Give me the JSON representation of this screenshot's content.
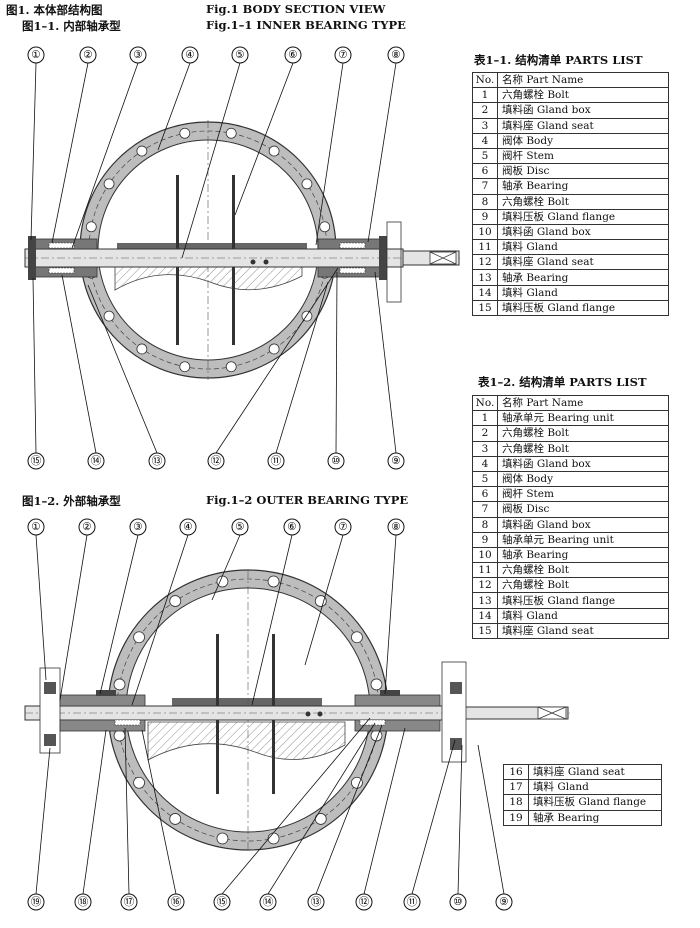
{
  "headers": {
    "fig_cn": "图1.  本体部结构图",
    "fig_en": "Fig.1   BODY SECTION VIEW",
    "sub1_cn": "图1–1.  内部轴承型",
    "sub1_en": "Fig.1–1   INNER BEARING TYPE",
    "sub2_cn": "图1–2.  外部轴承型",
    "sub2_en": "Fig.1–2   OUTER BEARING TYPE"
  },
  "table1": {
    "title": "表1–1.  结构清单    PARTS LIST",
    "col_no": "No.",
    "col_name": "名称 Part Name",
    "rows": [
      {
        "no": "1",
        "name": "六角螺栓 Bolt"
      },
      {
        "no": "2",
        "name": "填料函 Gland box"
      },
      {
        "no": "3",
        "name": "填料座 Gland seat"
      },
      {
        "no": "4",
        "name": "阀体 Body"
      },
      {
        "no": "5",
        "name": "阀杆 Stem"
      },
      {
        "no": "6",
        "name": "阀板 Disc"
      },
      {
        "no": "7",
        "name": "轴承 Bearing"
      },
      {
        "no": "8",
        "name": "六角螺栓 Bolt"
      },
      {
        "no": "9",
        "name": "填料压板 Gland flange"
      },
      {
        "no": "10",
        "name": "填料函 Gland box"
      },
      {
        "no": "11",
        "name": "填料 Gland"
      },
      {
        "no": "12",
        "name": "填料座 Gland seat"
      },
      {
        "no": "13",
        "name": "轴承 Bearing"
      },
      {
        "no": "14",
        "name": "填料 Gland"
      },
      {
        "no": "15",
        "name": "填料压板 Gland flange"
      }
    ]
  },
  "table2": {
    "title": "表1–2.  结构清单    PARTS LIST",
    "col_no": "No.",
    "col_name": "名称 Part Name",
    "rows": [
      {
        "no": "1",
        "name": "轴承单元 Bearing unit"
      },
      {
        "no": "2",
        "name": "六角螺栓 Bolt"
      },
      {
        "no": "3",
        "name": "六角螺栓 Bolt"
      },
      {
        "no": "4",
        "name": "填料函 Gland box"
      },
      {
        "no": "5",
        "name": "阀体 Body"
      },
      {
        "no": "6",
        "name": "阀杆 Stem"
      },
      {
        "no": "7",
        "name": "阀板 Disc"
      },
      {
        "no": "8",
        "name": "填料函 Gland box"
      },
      {
        "no": "9",
        "name": "轴承单元 Bearing unit"
      },
      {
        "no": "10",
        "name": "轴承 Bearing"
      },
      {
        "no": "11",
        "name": "六角螺栓 Bolt"
      },
      {
        "no": "12",
        "name": "六角螺栓 Bolt"
      },
      {
        "no": "13",
        "name": "填料压板 Gland flange"
      },
      {
        "no": "14",
        "name": "填料 Gland"
      },
      {
        "no": "15",
        "name": "填料座 Gland seat"
      }
    ]
  },
  "table3": {
    "rows": [
      {
        "no": "16",
        "name": "填料座 Gland seat"
      },
      {
        "no": "17",
        "name": "填料 Gland"
      },
      {
        "no": "18",
        "name": "填料压板 Gland flange"
      },
      {
        "no": "19",
        "name": "轴承 Bearing"
      }
    ]
  },
  "callouts1": [
    "①",
    "②",
    "③",
    "④",
    "⑤",
    "⑥",
    "⑦",
    "⑧",
    "⑨",
    "⑩",
    "⑪",
    "⑫",
    "⑬",
    "⑭",
    "⑮"
  ],
  "callouts2": [
    "①",
    "②",
    "③",
    "④",
    "⑤",
    "⑥",
    "⑦",
    "⑧",
    "⑨",
    "⑩",
    "⑪",
    "⑫",
    "⑬",
    "⑭",
    "⑮",
    "⑯",
    "⑰",
    "⑱",
    "⑲"
  ]
}
